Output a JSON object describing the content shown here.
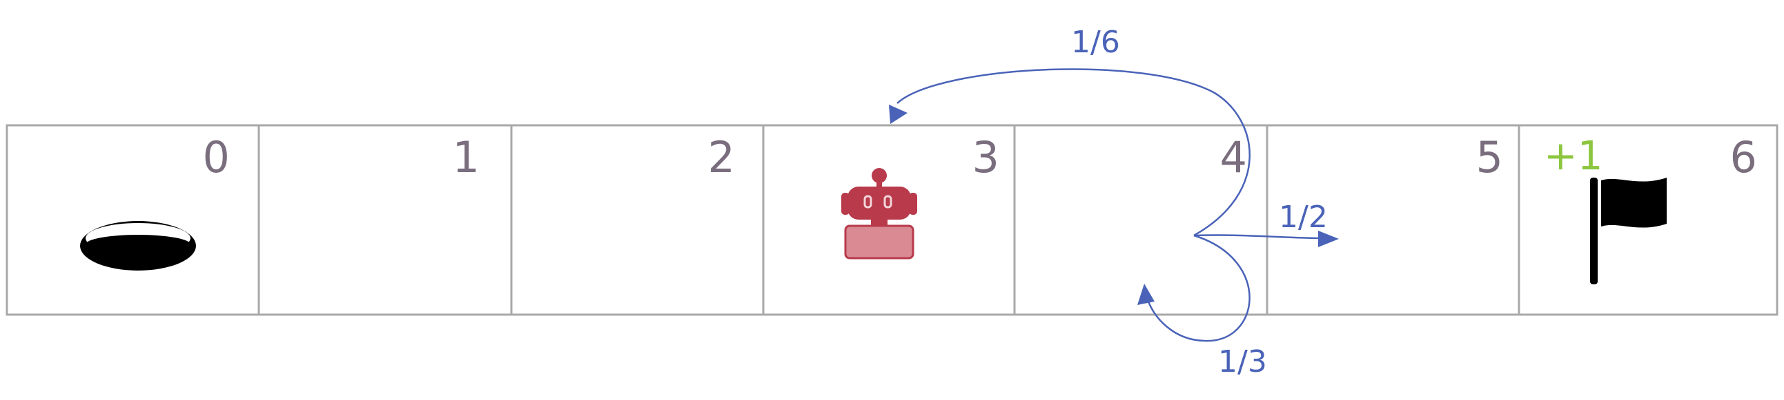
{
  "grid": {
    "cells": [
      {
        "index": "0",
        "content": "hole-icon"
      },
      {
        "index": "1",
        "content": ""
      },
      {
        "index": "2",
        "content": ""
      },
      {
        "index": "3",
        "content": "robot-icon"
      },
      {
        "index": "4",
        "content": ""
      },
      {
        "index": "5",
        "content": ""
      },
      {
        "index": "6",
        "content": "flag-icon"
      }
    ],
    "reward": "+1"
  },
  "transitions": {
    "back": "1/6",
    "forward": "1/2",
    "stay": "1/3"
  },
  "colors": {
    "grid_border": "#a8a8a8",
    "cell_number": "#7a6e7e",
    "arrow": "#4a63b8",
    "robot": "#b83a4b",
    "robot_body": "#d98a93",
    "reward": "#8cc63f",
    "icons": "#000000"
  }
}
